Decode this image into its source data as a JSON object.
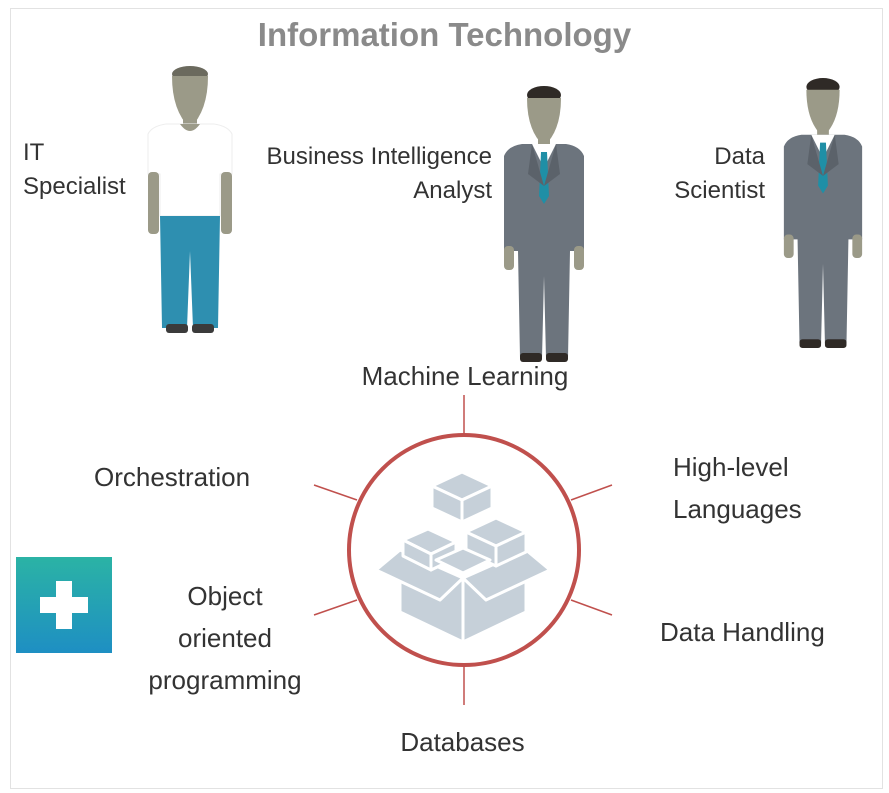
{
  "title": "Information Technology",
  "roles": [
    {
      "name": "IT Specialist",
      "lines": [
        "IT",
        "Specialist"
      ],
      "figure": "casual-person-icon"
    },
    {
      "name": "Business Intelligence Analyst",
      "lines": [
        "Business Intelligence",
        "Analyst"
      ],
      "figure": "suited-person-icon"
    },
    {
      "name": "Data Scientist",
      "lines": [
        "Data",
        "Scientist"
      ],
      "figure": "suited-person-icon"
    }
  ],
  "topics": {
    "top": "Machine Learning",
    "upper_left": "Orchestration",
    "upper_right": [
      "High-level",
      "Languages"
    ],
    "lower_left": [
      "Object",
      "oriented",
      "programming"
    ],
    "lower_right": "Data Handling",
    "bottom": "Databases"
  },
  "center_icon": "stacked-boxes-icon",
  "badge_icon": "plus-icon",
  "colors": {
    "title": "#8a8a8a",
    "ring": "#c0504d",
    "boxes": "#c6d0d9",
    "badge_top": "#2bb3a5",
    "badge_bottom": "#1e8fc3",
    "suit": "#6c747d",
    "tie": "#1f8fa6",
    "skin": "#9b9a88",
    "jeans": "#2e8fb0"
  }
}
